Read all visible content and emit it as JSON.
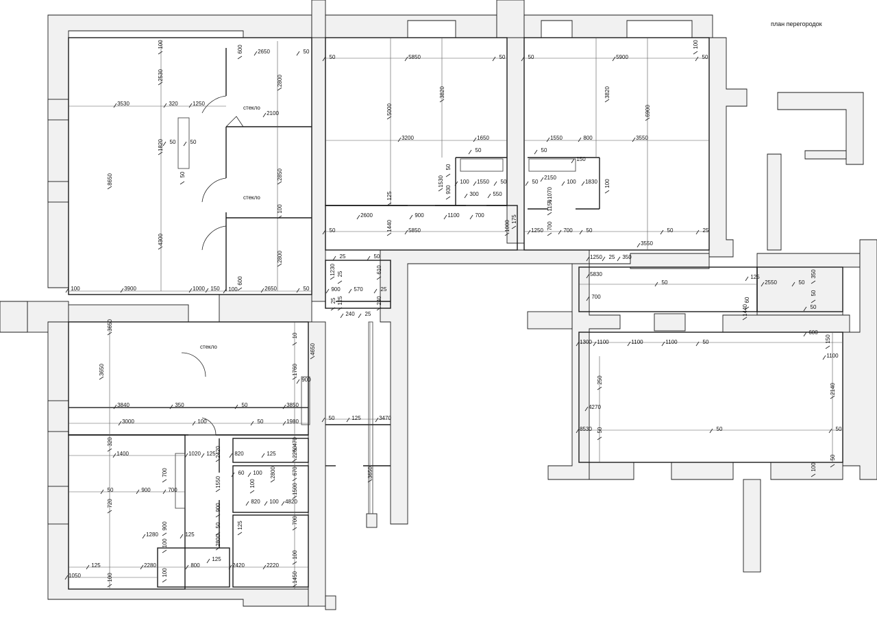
{
  "title": "план перегородок",
  "labels": {
    "glass_1": "стекло",
    "glass_2": "стекло",
    "glass_3": "стекло"
  },
  "dimensions": [
    "100",
    "600",
    "2650",
    "50",
    "2530",
    "2800",
    "3530",
    "320",
    "1250",
    "2100",
    "50",
    "50",
    "1820",
    "50",
    "8650",
    "2850",
    "100",
    "4300",
    "2800",
    "600",
    "100",
    "3900",
    "1000",
    "150",
    "100",
    "2650",
    "50",
    "50",
    "5850",
    "50",
    "3820",
    "5000",
    "3200",
    "1650",
    "50",
    "50",
    "1530",
    "930",
    "100",
    "1550",
    "50",
    "300",
    "550",
    "125",
    "2600",
    "900",
    "1100",
    "700",
    "1440",
    "1000",
    "50",
    "5850",
    "175",
    "100",
    "50",
    "5900",
    "50",
    "3820",
    "6900",
    "1550",
    "800",
    "3550",
    "50",
    "150",
    "50",
    "2150",
    "100",
    "1830",
    "100",
    "1150",
    "1070",
    "1250",
    "700",
    "700",
    "50",
    "3550",
    "50",
    "25",
    "25",
    "50",
    "1230",
    "25",
    "610",
    "900",
    "570",
    "25",
    "25",
    "125",
    "240",
    "240",
    "25",
    "1250",
    "25",
    "350",
    "5830",
    "50",
    "125",
    "2550",
    "50",
    "350",
    "700",
    "60",
    "1440",
    "50",
    "50",
    "1300",
    "1100",
    "1100",
    "1100",
    "50",
    "600",
    "150",
    "1100",
    "250",
    "4270",
    "2140",
    "50",
    "8530",
    "50",
    "50",
    "100",
    "50",
    "3650",
    "3650",
    "1760",
    "4650",
    "3650",
    "10",
    "3840",
    "350",
    "50",
    "3850",
    "900",
    "3000",
    "100",
    "50",
    "1980",
    "50",
    "125",
    "3470",
    "320",
    "1400",
    "1020",
    "125",
    "2420",
    "820",
    "125",
    "2260",
    "470",
    "700",
    "60",
    "100",
    "2800",
    "670",
    "50",
    "900",
    "700",
    "1550",
    "100",
    "1500",
    "100",
    "820",
    "4820",
    "720",
    "900",
    "50",
    "125",
    "700",
    "1280",
    "900",
    "125",
    "100",
    "2800",
    "125",
    "2280",
    "800",
    "125",
    "2420",
    "2220",
    "100",
    "1050",
    "100",
    "100",
    "1450"
  ]
}
